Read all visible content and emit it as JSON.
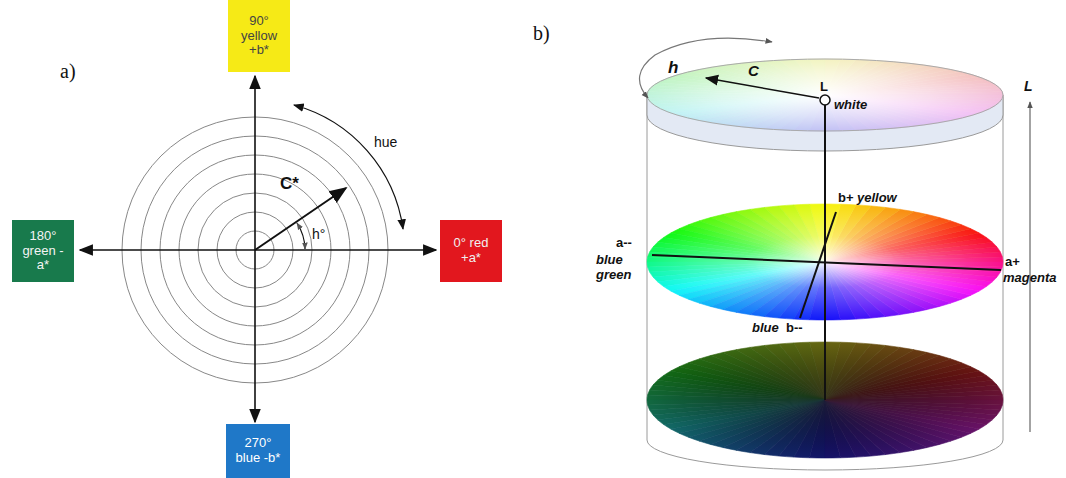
{
  "diagram": {
    "nodes": [
      {
        "text": [
          "90° yellow +b*"
        ]
      },
      {
        "text": [
          "180° green -a*"
        ]
      },
      {
        "text": [
          "0° red +a*"
        ]
      },
      {
        "text": [
          "270° blue -b*"
        ]
      }
    ],
    "labels": [
      "a)",
      "hue",
      "C*",
      "h°",
      "b)",
      "h",
      "C",
      "L",
      "white",
      "L",
      "b+",
      "yellow",
      "a--",
      "blue green",
      "a+",
      "magenta",
      "blue",
      "b--"
    ]
  }
}
